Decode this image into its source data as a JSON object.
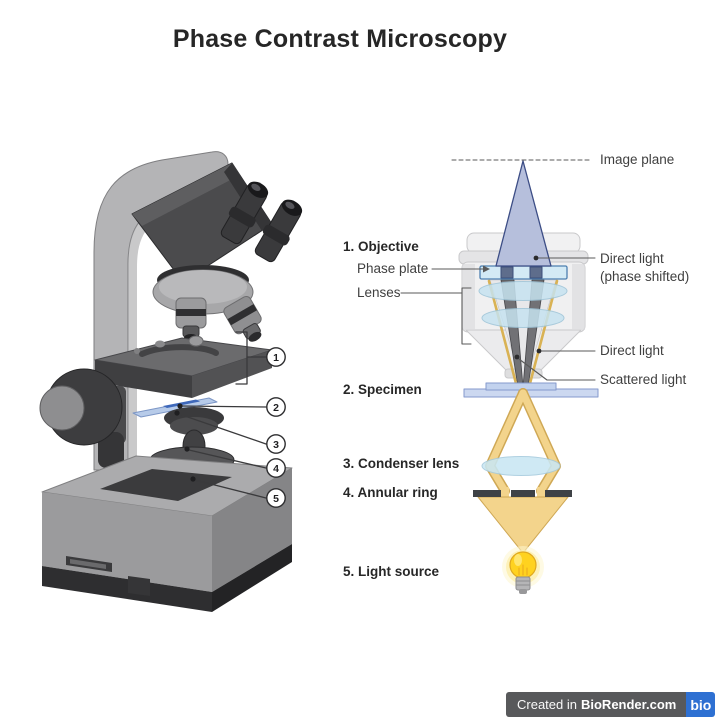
{
  "title": "Phase Contrast Microscopy",
  "left_labels": {
    "objective": "1. Objective",
    "phase_plate": "Phase plate",
    "lenses": "Lenses",
    "specimen": "2. Specimen",
    "condenser_lens": "3. Condenser lens",
    "annular_ring": "4. Annular ring",
    "light_source": "5. Light source"
  },
  "right_labels": {
    "image_plane": "Image plane",
    "direct_light_shifted_line1": "Direct light",
    "direct_light_shifted_line2": "(phase shifted)",
    "direct_light": "Direct light",
    "scattered_light": "Scattered light"
  },
  "microscope": {
    "callouts": [
      "1",
      "2",
      "3",
      "4",
      "5"
    ]
  },
  "footer": {
    "created_in": "Created in",
    "brand": "BioRender.com",
    "logo": "bio"
  },
  "colors": {
    "direct_light_cone": "#b6bfdc",
    "direct_light_edge": "#3c4d85",
    "scattered_light_fill": "#f3d48c",
    "scattered_light_edge": "#c9a145",
    "phase_plate_fill": "#d3eaf5",
    "phase_plate_edge": "#4d7fb0",
    "lens_blue": "#c6e3f0",
    "bulb_yellow": "#ffd21f",
    "annular_ring_gray": "#3e4246",
    "brand_blue": "#2e70d2",
    "credit_bar_gray": "#58595b"
  }
}
